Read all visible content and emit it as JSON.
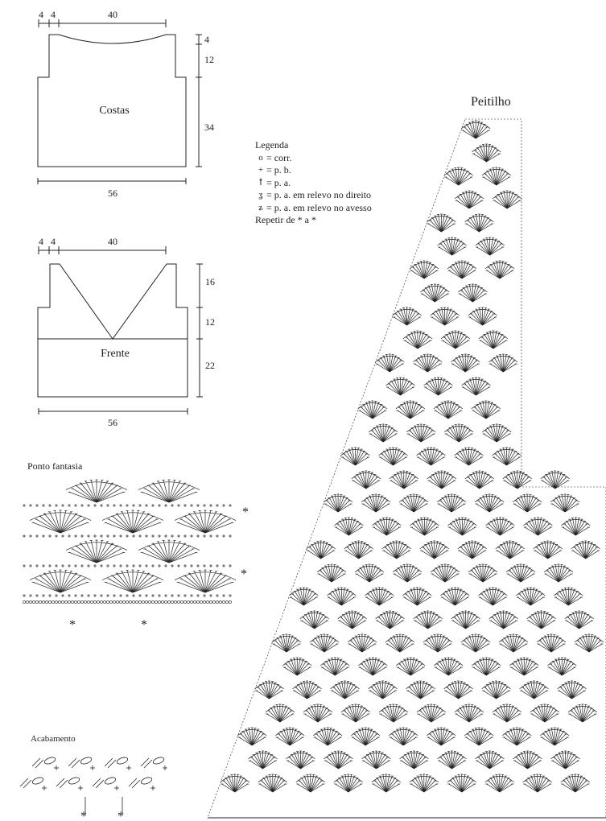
{
  "costas": {
    "label": "Costas",
    "dims": {
      "top_a": "4",
      "top_b": "4",
      "top_c": "40",
      "right_a": "4",
      "right_b": "12",
      "right_c": "34",
      "bottom": "56"
    }
  },
  "frente": {
    "label": "Frente",
    "dims": {
      "top_a": "4",
      "top_b": "4",
      "top_c": "40",
      "right_a": "16",
      "right_b": "12",
      "right_c": "22",
      "bottom": "56"
    }
  },
  "peitilho": {
    "title": "Peitilho"
  },
  "legenda": {
    "title": "Legenda",
    "items": [
      {
        "symbol": "o",
        "text": "= corr."
      },
      {
        "symbol": "+",
        "text": "= p. b."
      },
      {
        "symbol": "ꝉ",
        "text": "= p. a."
      },
      {
        "symbol": "ʓ",
        "text": "= p. a. em relevo no direito"
      },
      {
        "symbol": "ʑ",
        "text": "= p. a. em relevo no avesso"
      }
    ],
    "repeat": "Repetir de * a *"
  },
  "ponto_fantasia": {
    "title": "Ponto fantasia",
    "marker": "*"
  },
  "acabamento": {
    "title": "Acabamento",
    "marker": "*"
  },
  "colors": {
    "ink": "#222222",
    "background": "#ffffff"
  }
}
